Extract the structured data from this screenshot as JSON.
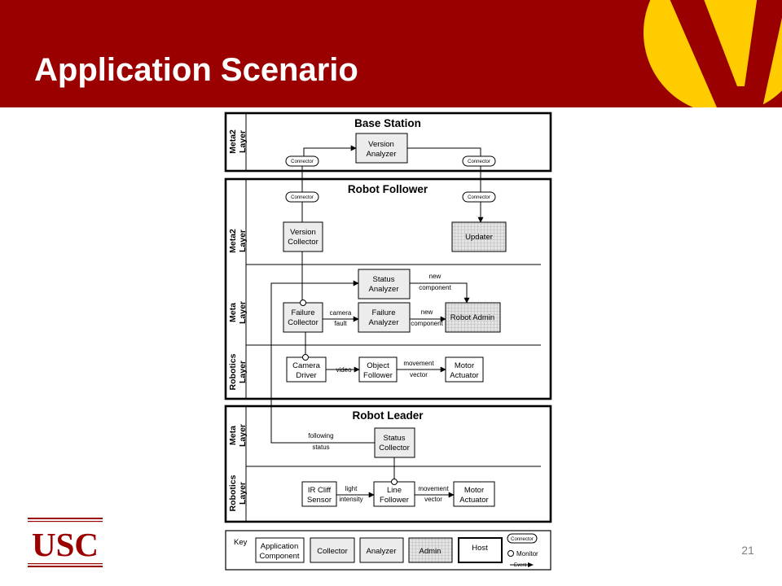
{
  "slide": {
    "title": "Application Scenario",
    "page_number": "21",
    "logo_text": "USC"
  },
  "diagram": {
    "base_station": {
      "title": "Base Station",
      "layer": [
        "Meta2",
        "Layer"
      ],
      "version_analyzer": [
        "Version",
        "Analyzer"
      ],
      "connector_left": "Connector",
      "connector_right": "Connector"
    },
    "robot_follower": {
      "title": "Robot Follower",
      "connector_left": "Connector",
      "connector_right": "Connector",
      "meta2_layer": [
        "Meta2",
        "Layer"
      ],
      "meta_layer": [
        "Meta",
        "Layer"
      ],
      "robotics_layer": [
        "Robotics",
        "Layer"
      ],
      "version_collector": [
        "Version",
        "Collector"
      ],
      "updater": "Updater",
      "status_analyzer": [
        "Status",
        "Analyzer"
      ],
      "failure_collector": [
        "Failure",
        "Collector"
      ],
      "failure_analyzer": [
        "Failure",
        "Analyzer"
      ],
      "robot_admin": "Robot Admin",
      "camera_driver": [
        "Camera",
        "Driver"
      ],
      "object_follower": [
        "Object",
        "Follower"
      ],
      "motor_actuator": [
        "Motor",
        "Actuator"
      ],
      "label_new_component_1": [
        "new",
        "component"
      ],
      "label_new_component_2": [
        "new",
        "component"
      ],
      "label_camera_fault": [
        "camera",
        "fault"
      ],
      "label_video": "video",
      "label_movement_vector": [
        "movement",
        "vector"
      ]
    },
    "robot_leader": {
      "title": "Robot Leader",
      "meta_layer": [
        "Meta",
        "Layer"
      ],
      "robotics_layer": [
        "Robotics",
        "Layer"
      ],
      "status_collector": [
        "Status",
        "Collector"
      ],
      "ir_cliff_sensor": [
        "IR Cliff",
        "Sensor"
      ],
      "line_follower": [
        "Line",
        "Follower"
      ],
      "motor_actuator": [
        "Motor",
        "Actuator"
      ],
      "label_following_status": [
        "following",
        "status"
      ],
      "label_light_intensity": [
        "light",
        "intensity"
      ],
      "label_movement_vector": [
        "movement",
        "vector"
      ]
    },
    "key": {
      "title": "Key",
      "application_component": [
        "Application",
        "Component"
      ],
      "collector": "Collector",
      "analyzer": "Analyzer",
      "admin": "Admin",
      "host": "Host",
      "connector": "Connector",
      "monitor": "Monitor",
      "event": "Event"
    }
  },
  "colors": {
    "banner": "#9b0000",
    "logo_gold": "#ffcc00",
    "title_text": "#ffffff",
    "usc_red": "#9b0000",
    "component_fill_gray": "#ececec"
  }
}
